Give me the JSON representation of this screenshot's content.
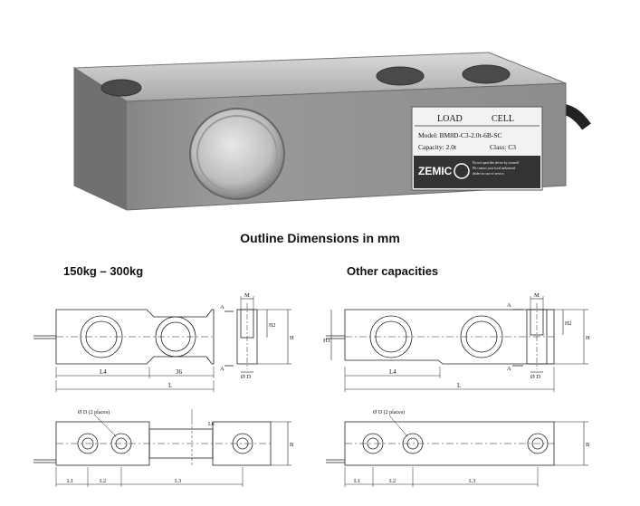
{
  "photo": {
    "label_plate": {
      "title_left": "LOAD",
      "title_right": "CELL",
      "model": "Model: BM8D-C3-2.0t-6B-SC",
      "capacity": "Capacity: 2.0t",
      "class": "Class: C3",
      "brand": "ZEMIC",
      "fine_print": [
        "Do not open this device by yourself",
        "Pls contact your local authorized",
        "dealer in case of service."
      ]
    }
  },
  "headings": {
    "main": "Outline Dimensions in mm",
    "left": "150kg – 300kg",
    "right": "Other capacities"
  },
  "drawing_left": {
    "side": {
      "A_top": "A",
      "A_bottom": "A",
      "L4": "L4",
      "dim36": "36",
      "L": "L",
      "M": "M",
      "H2": "H2",
      "H": "H",
      "OD": "Ø D"
    },
    "top": {
      "note": "Ø D (2 places)",
      "L1": "L1",
      "L2": "L2",
      "L3": "L3",
      "B": "B",
      "L6": "L6"
    }
  },
  "drawing_right": {
    "side": {
      "A_top": "A",
      "A_bottom": "A",
      "L4": "L4",
      "L": "L",
      "M": "M",
      "H2": "H2",
      "H": "H",
      "H1": "H1",
      "OD": "Ø D"
    },
    "top": {
      "note": "Ø D (2 places)",
      "L1": "L1",
      "L2": "L2",
      "L3": "L3",
      "B": "B"
    }
  }
}
